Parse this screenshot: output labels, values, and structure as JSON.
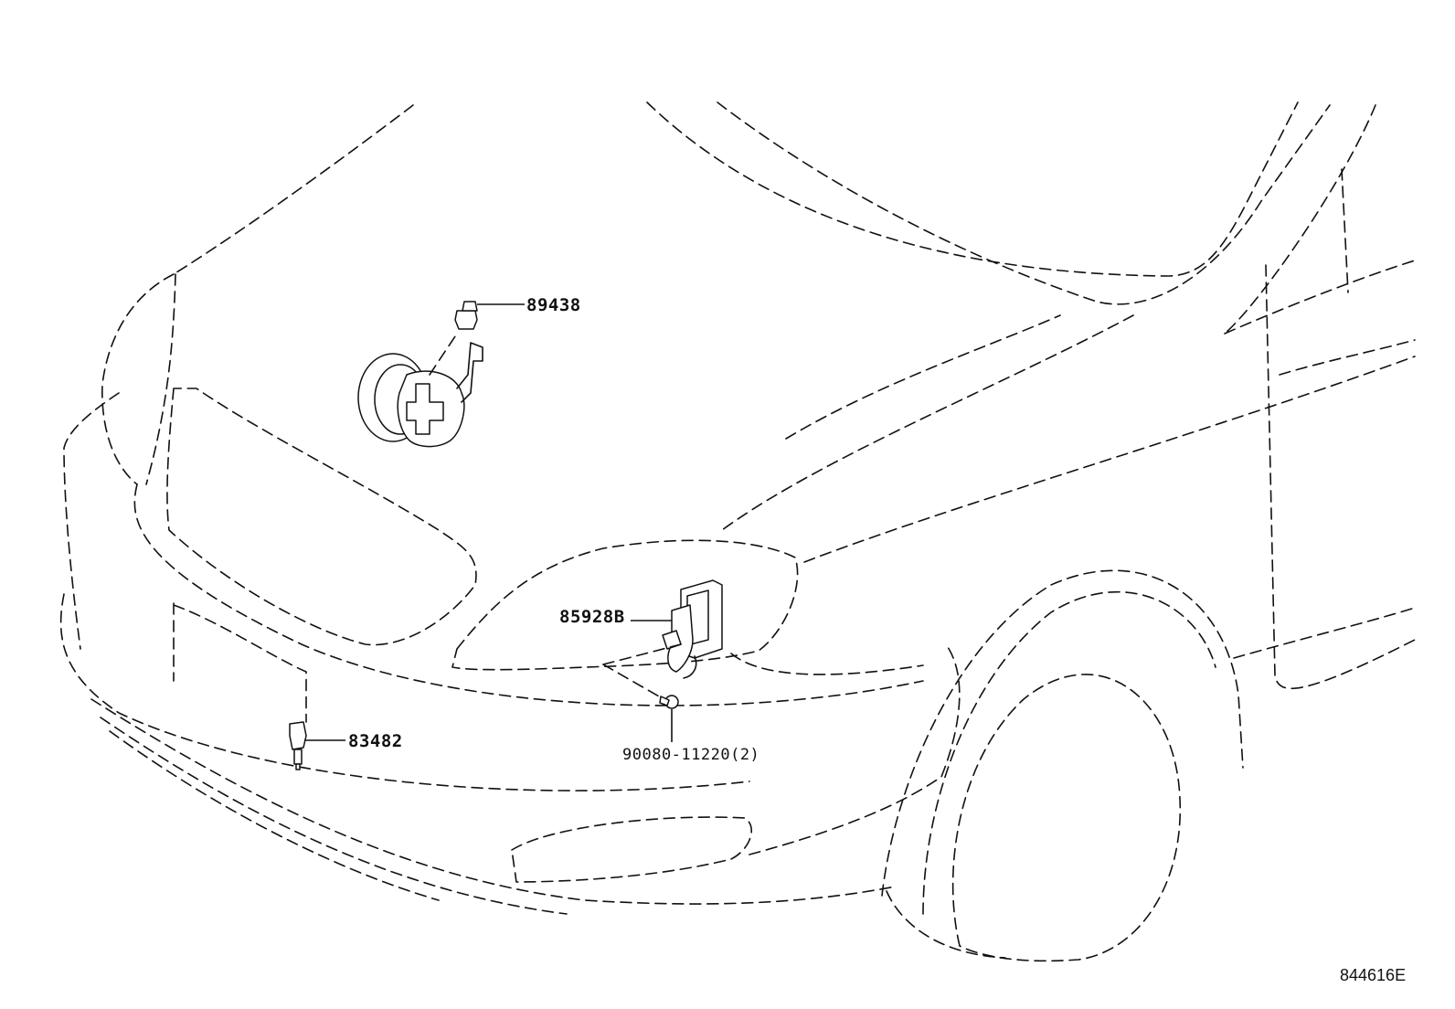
{
  "diagram": {
    "parts": {
      "horn": {
        "part_number": "89438"
      },
      "headlamp_sensor": {
        "part_number": "85928B"
      },
      "lower_sensor": {
        "part_number": "83482"
      },
      "screw": {
        "part_number": "90080-11220(2)"
      }
    },
    "reference_code": "844616E"
  }
}
